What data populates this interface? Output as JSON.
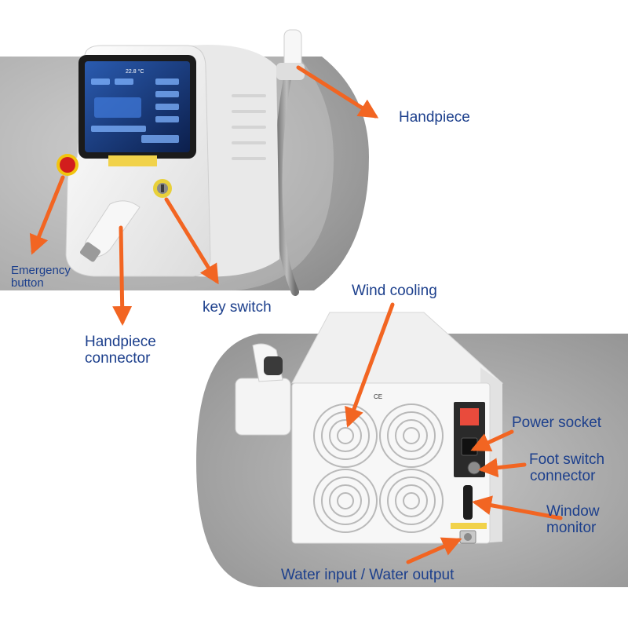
{
  "colors": {
    "label": "#1c3f8c",
    "arrow": "#f26522",
    "device_body": "#f4f4f4",
    "device_shadow": "#d2d2d2",
    "backdrop": "#9a9a9a",
    "page_background": "#ffffff"
  },
  "labels": {
    "handpiece_top": "Handpiece",
    "emergency_line1": "Emergency",
    "emergency_line2": "button",
    "key_switch": "key switch",
    "handpiece_connector_line1": "Handpiece",
    "handpiece_connector_line2": "connector",
    "wind_cooling": "Wind cooling",
    "power_socket": "Power socket",
    "foot_switch_line1": "Foot switch",
    "foot_switch_line2": "connector",
    "window_monitor_line1": "Window",
    "window_monitor_line2": "monitor",
    "water_io": "Water input / Water output"
  },
  "device_marks": {
    "screen_temperature": "22.8 °C",
    "ce_mark": "CE"
  },
  "icons": {
    "emergency": "red-emergency-stop-button-icon",
    "key": "yellow-key-switch-icon",
    "fan": "fan-grille-icon"
  }
}
